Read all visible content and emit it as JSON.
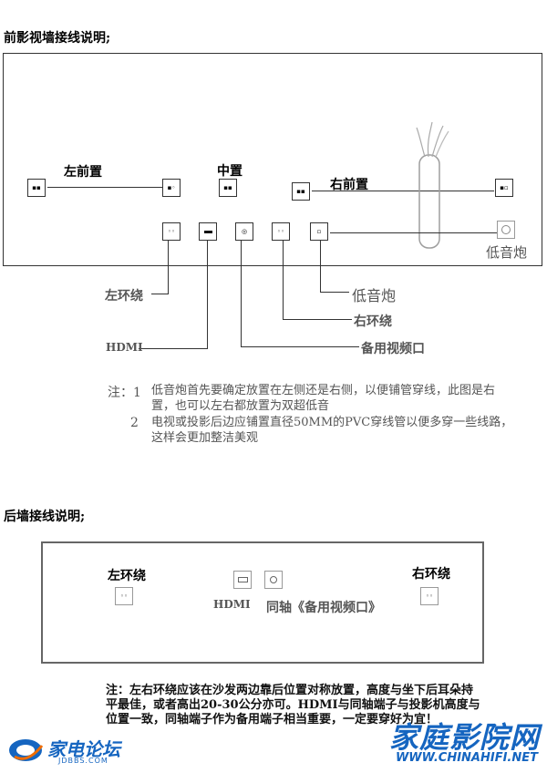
{
  "front": {
    "heading": "前影视墙接线说明;",
    "labels": {
      "left_front": "左前置",
      "center": "中置",
      "right_front": "右前置",
      "subwoofer_in_wall": "低音炮",
      "left_surround": "左环绕",
      "hdmi": "HDMI",
      "spare_video": "备用视频口",
      "right_surround": "右环绕",
      "subwoofer": "低音炮"
    },
    "notes": [
      {
        "num": "注：1",
        "text": "低音炮首先要确定放置在左侧还是右侧，以便铺管穿线，此图是右置，也可以左右都放置为双超低音"
      },
      {
        "num": "2",
        "text": "电视或投影后边应铺置直径50MM的PVC穿线管以便多穿一些线路，这样会更加整洁美观"
      }
    ]
  },
  "rear": {
    "heading": "后墙接线说明;",
    "labels": {
      "left_surround": "左环绕",
      "right_surround": "右环绕",
      "hdmi": "HDMI",
      "coaxial": "同轴《备用视频口》"
    },
    "note": "注：左右环绕应该在沙发两边靠后位置对称放置，高度与坐下后耳朵持平最佳，或者高出20-30公分亦可。HDMI与同轴端子与投影机高度与位置一致，同轴端子作为备用端子相当重要，一定要穿好为宜！"
  },
  "watermarks": {
    "left_logo": "家电论坛",
    "left_url": "JDBBS.COM",
    "right_logo": "家庭影院网",
    "right_url": "WWW.CHINAHIFI.NET"
  },
  "colors": {
    "blue_logo": "#1565c0",
    "tube": "#9e9e9e"
  }
}
